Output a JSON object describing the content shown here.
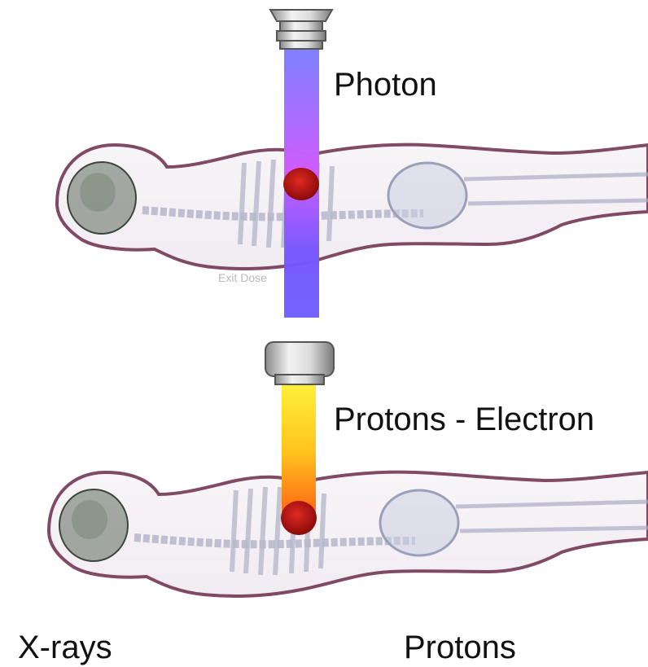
{
  "labels": {
    "photon": "Photon",
    "protons_electron": "Protons - Electron",
    "xrays": "X-rays",
    "protons": "Protons",
    "exit_dose": "Exit Dose"
  },
  "colors": {
    "photon_beam_top": "#6a6cff",
    "photon_beam_mid": "#c95cff",
    "photon_beam_bottom": "#6247ff",
    "proton_beam_top": "#ffe43a",
    "proton_beam_bottom": "#ff6a10",
    "tumor": "#b01010",
    "body_outline": "#6b2a4a",
    "bone": "#b9bccd"
  },
  "icons": {
    "photon_source": "linac-nozzle-icon",
    "proton_source": "proton-nozzle-icon",
    "tumor": "tumor-icon"
  }
}
